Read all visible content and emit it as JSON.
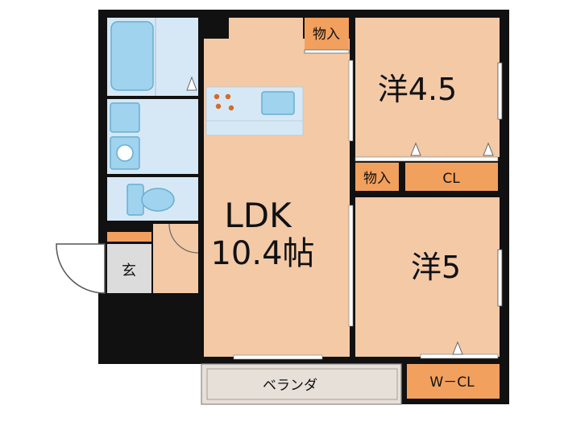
{
  "floor_plan": {
    "rooms": {
      "ldk": {
        "name": "LDK",
        "size": "10.4帖"
      },
      "western_1": {
        "label": "洋4.5"
      },
      "western_2": {
        "label": "洋5"
      },
      "closet": {
        "label": "CL"
      },
      "walk_in_closet": {
        "label": "W－CL"
      },
      "storage_top": {
        "label": "物入"
      },
      "storage_mid": {
        "label": "物入"
      },
      "entrance": {
        "label": "玄"
      },
      "veranda": {
        "label": "ベランダ"
      }
    },
    "colors": {
      "wall": "#111111",
      "room_floor": "#f3c9a6",
      "wet_area": "#d6e8f5",
      "fixture_blue": "#9fd3ee",
      "storage": "#f2a05e",
      "veranda": "#e6e0d9",
      "entrance_floor": "#dcdcdc"
    }
  }
}
